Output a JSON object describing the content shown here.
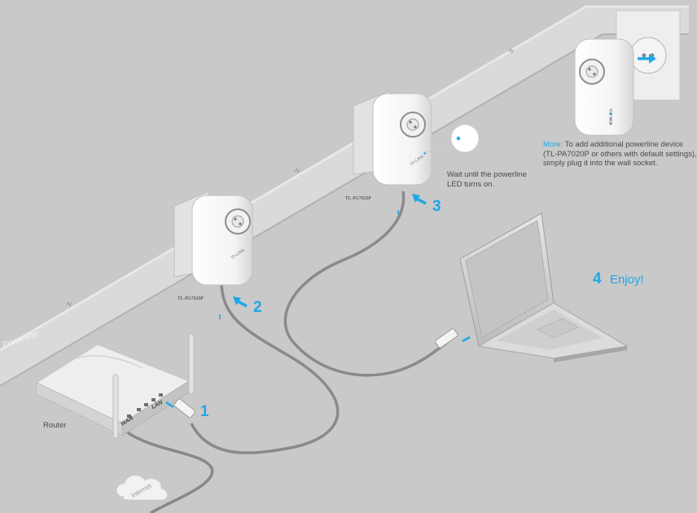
{
  "band_label": "Powerline",
  "router": {
    "label": "Router",
    "wan_port": "WAN",
    "lan_port": "LAN"
  },
  "internet_label": "Internet",
  "adapter_model": "TL-PA7020P",
  "adapter_brand": "TP-LINK",
  "steps": [
    {
      "number": "1"
    },
    {
      "number": "2"
    },
    {
      "number": "3",
      "note_line1": "Wait until the powerline",
      "note_line2": "LED turns on."
    },
    {
      "number": "4",
      "text": "Enjoy!"
    }
  ],
  "more": {
    "label": "More:",
    "line1": "To add additional powerline device",
    "line2": "(TL-PA7020P or others with default settings),",
    "line3": "simply plug it into the wall socket."
  },
  "colors": {
    "accent": "#1ea7e8",
    "background": "#c9c9c9",
    "band": "#dadada"
  },
  "icons": [
    "bolt-icon",
    "arrow-icon",
    "cloud-icon"
  ]
}
